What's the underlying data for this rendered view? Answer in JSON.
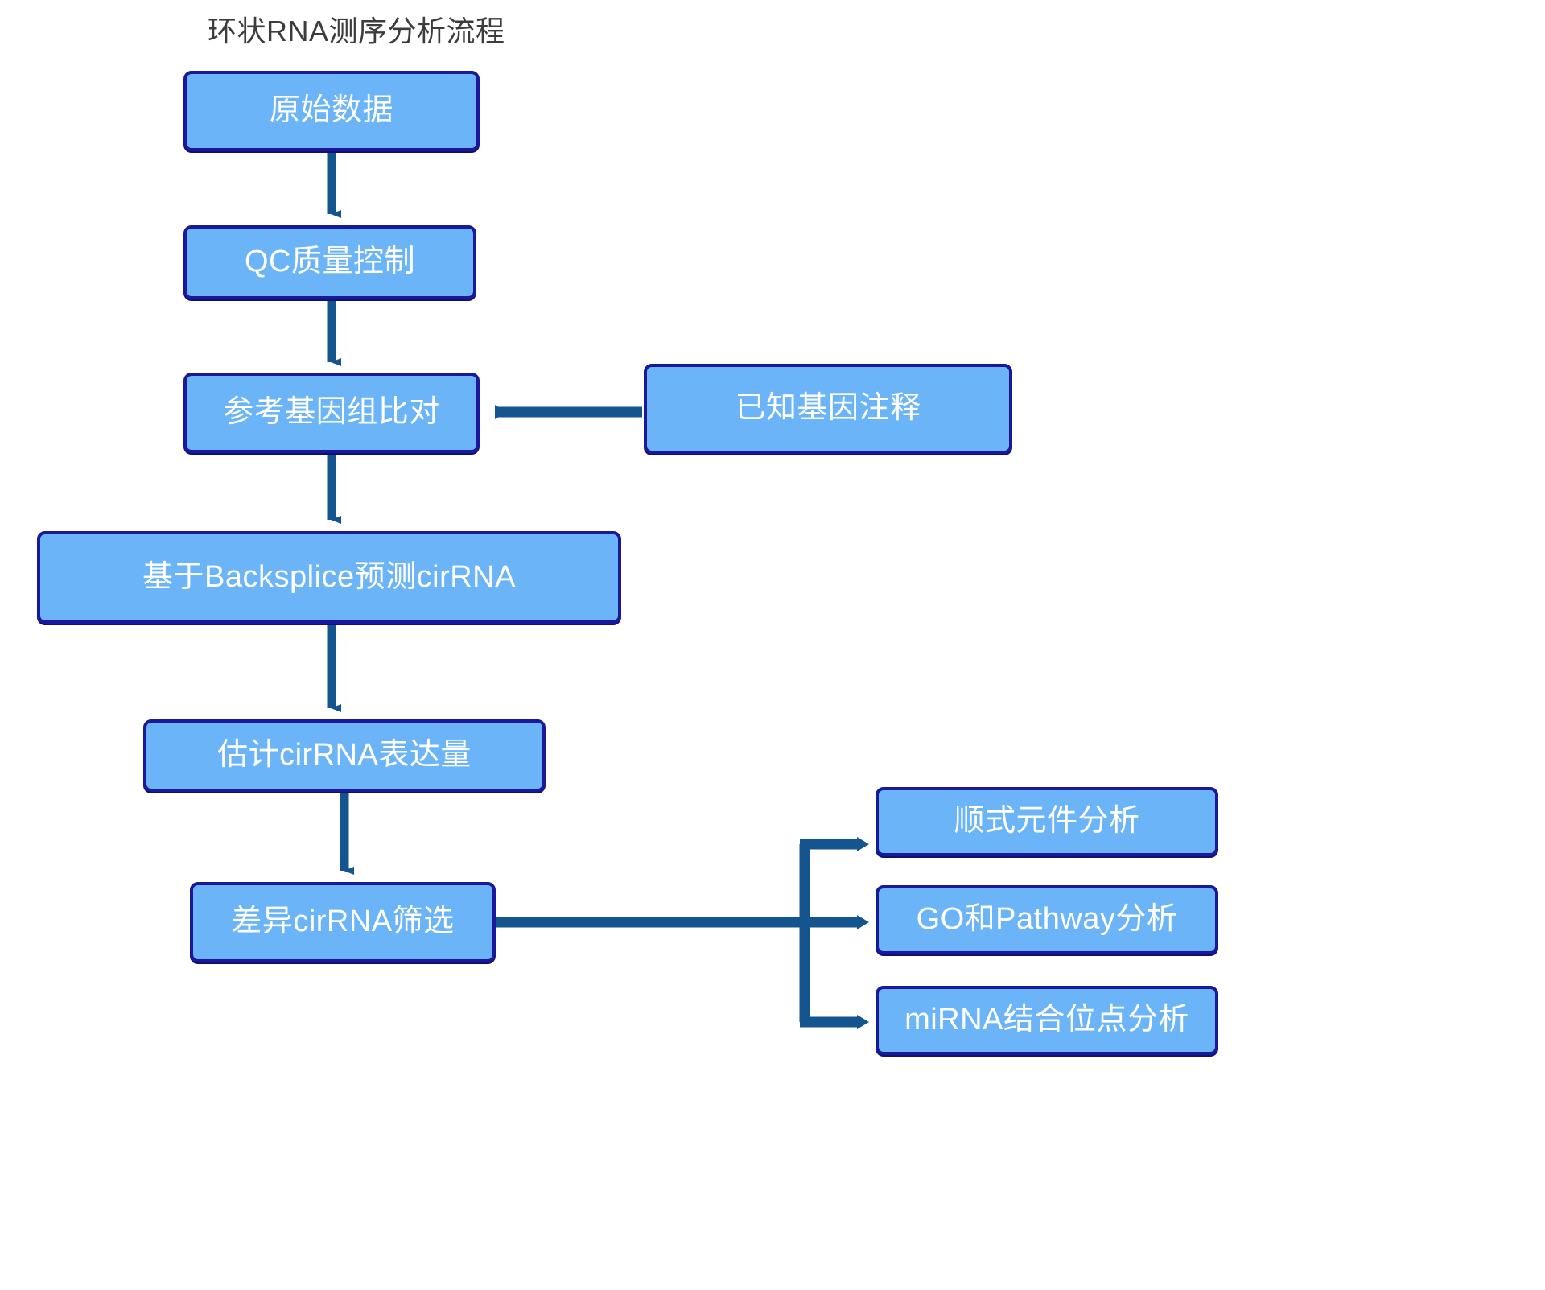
{
  "diagram": {
    "title": "环状RNA测序分析流程",
    "title_color": "#3c3c3c",
    "node_fill": "#6cb4f8",
    "node_border": "#1a189c",
    "node_text_color": "#ffffff",
    "arrow_color": "#15558f",
    "background": "#ffffff",
    "nodes": [
      {
        "id": "raw-data",
        "label": "原始数据"
      },
      {
        "id": "qc",
        "label": "QC质量控制"
      },
      {
        "id": "align",
        "label": "参考基因组比对"
      },
      {
        "id": "annotation",
        "label": "已知基因注释"
      },
      {
        "id": "backsplice",
        "label": "基于Backsplice预测cirRNA"
      },
      {
        "id": "expression",
        "label": "估计cirRNA表达量"
      },
      {
        "id": "diff",
        "label": "差异cirRNA筛选"
      },
      {
        "id": "cis",
        "label": "顺式元件分析"
      },
      {
        "id": "go",
        "label": "GO和Pathway分析"
      },
      {
        "id": "mirna",
        "label": "miRNA结合位点分析"
      }
    ],
    "edges": [
      {
        "from": "raw-data",
        "to": "qc",
        "direction": "down"
      },
      {
        "from": "qc",
        "to": "align",
        "direction": "down"
      },
      {
        "from": "annotation",
        "to": "align",
        "direction": "left"
      },
      {
        "from": "align",
        "to": "backsplice",
        "direction": "down"
      },
      {
        "from": "backsplice",
        "to": "expression",
        "direction": "down"
      },
      {
        "from": "expression",
        "to": "diff",
        "direction": "down"
      },
      {
        "from": "diff",
        "to": "cis",
        "direction": "right-branch-up"
      },
      {
        "from": "diff",
        "to": "go",
        "direction": "right"
      },
      {
        "from": "diff",
        "to": "mirna",
        "direction": "right-branch-down"
      }
    ]
  }
}
